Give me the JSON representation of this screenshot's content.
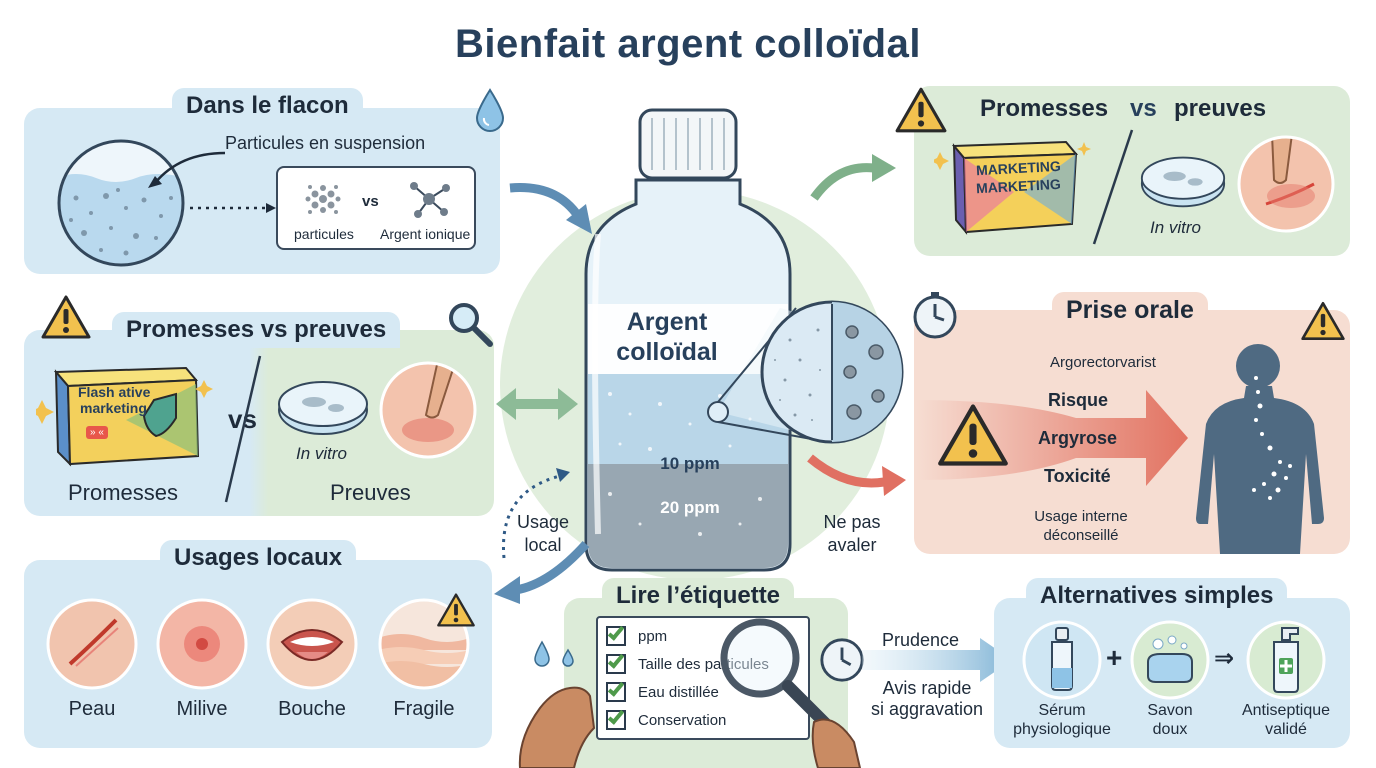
{
  "title": "Bienfait argent colloïdal",
  "flacon": {
    "title": "Dans le flacon",
    "suspension_label": "Particules en suspension",
    "particules_label": "particules",
    "vs": "vs",
    "ionique_label": "Argent ionique"
  },
  "promesses_left": {
    "title": "Promesses vs preuves",
    "box_line1": "Flash ative",
    "box_line2": "marketing",
    "box_badge": "» «",
    "vs": "vs",
    "invitro": "In vitro",
    "promesses": "Promesses",
    "preuves": "Preuves"
  },
  "usages": {
    "title": "Usages locaux",
    "items": [
      {
        "label": "Peau"
      },
      {
        "label": "Milive"
      },
      {
        "label": "Bouche"
      },
      {
        "label": "Fragile"
      }
    ]
  },
  "bottle": {
    "label_line1": "Argent",
    "label_line2": "colloïdal",
    "ppm10": "10 ppm",
    "ppm20": "20 ppm"
  },
  "arrows": {
    "usage_local_1": "Usage",
    "usage_local_2": "local",
    "ne_pas_1": "Ne pas",
    "ne_pas_2": "avaler"
  },
  "promesses_right": {
    "title_a": "Promesses",
    "title_vs": "vs",
    "title_b": "preuves",
    "box_line1": "MARKETING",
    "box_line2": "MARKETING",
    "invitro": "In vitro"
  },
  "prise": {
    "title": "Prise orale",
    "sub": "Argorectorvarist",
    "risque": "Risque",
    "argyrose": "Argyrose",
    "toxicite": "Toxicité",
    "usage_1": "Usage interne",
    "usage_2": "déconseillé"
  },
  "etiquette": {
    "title": "Lire l’étiquette",
    "items": [
      "ppm",
      "Taille des particules",
      "Eau distillée",
      "Conservation"
    ]
  },
  "prudence": {
    "label": "Prudence",
    "avis_1": "Avis rapide",
    "avis_2": "si aggravation"
  },
  "alternatives": {
    "title": "Alternatives simples",
    "plus": "+",
    "arrow": "⇒",
    "items": [
      {
        "l1": "Sérum",
        "l2": "physiologique"
      },
      {
        "l1": "Savon",
        "l2": "doux"
      },
      {
        "l1": "Antiseptique",
        "l2": "validé"
      }
    ]
  },
  "colors": {
    "panel_blue": "#d6e9f4",
    "panel_green": "#dcebd8",
    "panel_pink": "#f6ddd2",
    "title": "#27405c",
    "warning": "#f2c14e",
    "risk_arrow": "#e0705c"
  }
}
